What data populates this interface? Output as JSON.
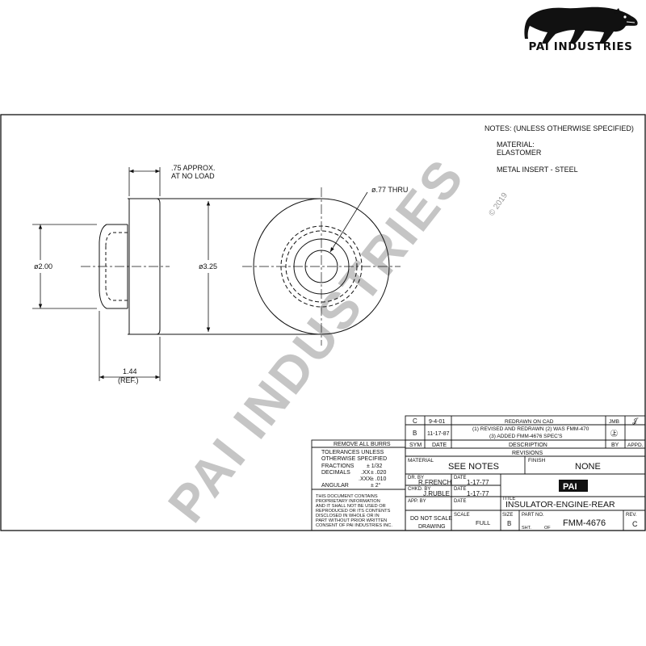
{
  "brand": {
    "name": "PAI INDUSTRIES",
    "logo_icon": "panther-icon",
    "watermark": "PAI INDUSTRIES",
    "copyright": "© 2019"
  },
  "notes": {
    "header": "NOTES: (UNLESS OTHERWISE SPECIFIED)",
    "material_label": "MATERIAL:",
    "material_value": "ELASTOMER",
    "insert": "METAL INSERT - STEEL"
  },
  "dimensions": {
    "width_note_1": ".75 APPROX.",
    "width_note_2": "AT NO LOAD",
    "thru": "ø.77 THRU",
    "dia_small": "ø2.00",
    "dia_large": "ø3.25",
    "length": "1.44",
    "length_ref": "(REF.)"
  },
  "revisions": {
    "rows": [
      {
        "sym": "C",
        "date": "9-4-01",
        "desc": "REDRAWN ON CAD",
        "by": "JMB",
        "appd": "𝒥"
      },
      {
        "sym": "B",
        "date": "11-17-87",
        "desc1": "(1) REVISED AND REDRAWN (2) WAS FMM-470",
        "desc2": "(3) ADDED FMM-4676 SPEC'S",
        "by": "㊤",
        "appd": ""
      }
    ],
    "headers": {
      "sym": "SYM",
      "date": "DATE",
      "description": "DESCRIPTION",
      "by": "BY",
      "appd": "APPD."
    },
    "title": "REVISIONS"
  },
  "title_block": {
    "remove_burrs": "REMOVE ALL BURRS",
    "tolerances_1": "TOLERANCES UNLESS",
    "tolerances_2": "OTHERWISE SPECIFIED",
    "fractions_label": "FRACTIONS",
    "fractions_value": "± 1/32",
    "decimals_label": "DECIMALS",
    "xx_label": ".XX",
    "xx_value": "± .020",
    "xxx_label": ".XXX",
    "xxx_value": "± .010",
    "angular_label": "ANGULAR",
    "angular_value": "± 2°",
    "proprietary": [
      "THIS DOCUMENT CONTAINS",
      "PROPRIETARY INFORMATION",
      "AND IT SHALL NOT BE USED OR",
      "REPRODUCED OR ITS CONTENTS",
      "DISCLOSED IN WHOLE OR IN",
      "PART WITHOUT PRIOR WRITTEN",
      "CONSENT OF PAI INDUSTRIES INC."
    ],
    "material_label": "MATERIAL",
    "material_value": "SEE NOTES",
    "finish_label": "FINISH",
    "finish_value": "NONE",
    "dr_by_label": "DR. BY",
    "dr_by_value": "R.FRENCH",
    "date_label": "DATE",
    "dr_date": "1-17-77",
    "chkd_by_label": "CHKD. BY",
    "chkd_by_value": "J.RUBLE",
    "chkd_date": "1-17-77",
    "app_by_label": "APP. BY",
    "company_mark": "PAI",
    "title_label": "TITLE",
    "title_value": "INSULATOR-ENGINE-REAR",
    "scale_note_1": "DO NOT SCALE",
    "scale_note_2": "DRAWING",
    "scale_label": "SCALE",
    "scale_value": "FULL",
    "size_label": "SIZE",
    "size_value": "B",
    "part_no_label": "PART NO.",
    "part_no_value": "FMM-4676",
    "rev_label": "REV.",
    "rev_value": "C",
    "sht_label": "SHT.",
    "of_label": "OF"
  }
}
